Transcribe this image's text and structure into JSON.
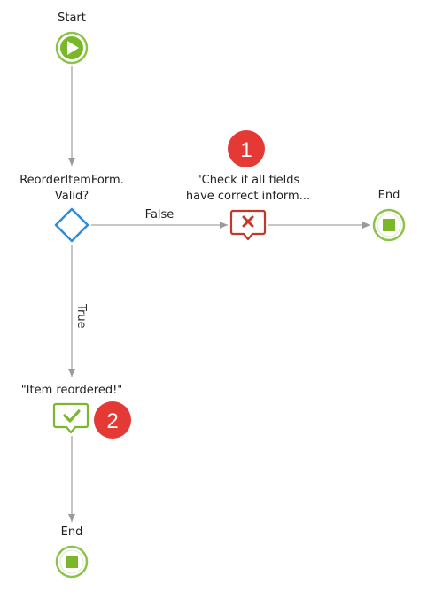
{
  "flow": {
    "start_label": "Start",
    "decision_label_line1": "ReorderItemForm.",
    "decision_label_line2": "Valid?",
    "false_label": "False",
    "true_label": "True",
    "error_message_line1": "\"Check if all fields",
    "error_message_line2": "have correct inform...",
    "end_right_label": "End",
    "success_message": "\"Item reordered!\"",
    "end_bottom_label": "End",
    "badge_1": "1",
    "badge_2": "2"
  },
  "colors": {
    "connector": "#a0a0a0",
    "start_end_fill": "#7ab82a",
    "start_end_ring": "#8bc34a",
    "decision": "#2f8dd8",
    "error_icon": "#c0392b",
    "success_icon": "#7cb82f",
    "badge": "#e53935"
  },
  "icons": {
    "start": "play-circle-icon",
    "end": "stop-circle-icon",
    "decision": "diamond-icon",
    "error_message": "error-message-icon",
    "success_message": "success-message-icon"
  }
}
